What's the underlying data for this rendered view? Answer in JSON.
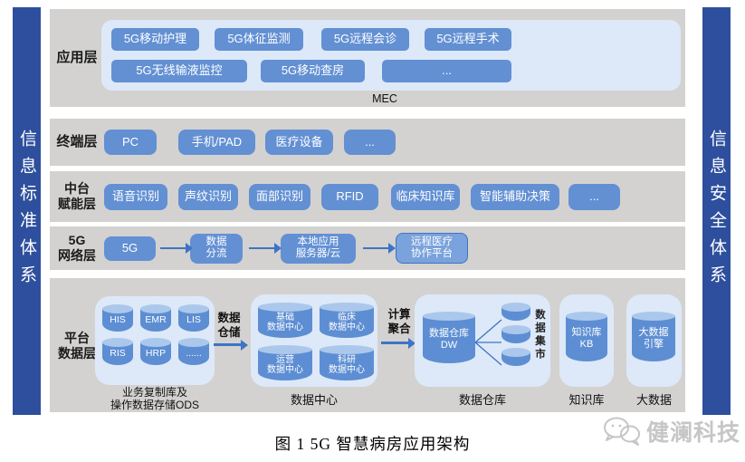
{
  "colors": {
    "sidebar_navy": "#2d4f9d",
    "layer_gray": "#d3d2d0",
    "panel_light_blue": "#dde9f8",
    "button_blue": "#6390d3",
    "cylinder_body": "#5d8ed3",
    "cylinder_top": "#abc8ec",
    "arrow_blue": "#3e74c4",
    "watermark_gray": "#c6c6c6"
  },
  "side_bars": {
    "left": "信息标准体系",
    "right": "信息安全体系"
  },
  "rows": {
    "app": {
      "label": "应用层",
      "mec": "MEC",
      "row1": [
        "5G移动护理",
        "5G体征监测",
        "5G远程会诊",
        "5G远程手术"
      ],
      "row2": [
        "5G无线输液监控",
        "5G移动查房",
        "..."
      ]
    },
    "terminal": {
      "label": "终端层",
      "items": [
        "PC",
        "手机/PAD",
        "医疗设备",
        "..."
      ]
    },
    "mid": {
      "label": "中台\n赋能层",
      "items": [
        "语音识别",
        "声纹识别",
        "面部识别",
        "RFID",
        "临床知识库",
        "智能辅助决策",
        "..."
      ]
    },
    "net": {
      "label": "5G\n网络层",
      "nodes": [
        "5G",
        "数据\n分流",
        "本地应用\n服务器/云",
        "远程医疗\n协作平台"
      ]
    },
    "data": {
      "label": "平台\n数据层",
      "ods": {
        "cylinders": [
          "HIS",
          "EMR",
          "LIS",
          "RIS",
          "HRP",
          "......"
        ],
        "caption": "业务复制库及\n操作数据存储ODS"
      },
      "flow1": "数据\n仓储",
      "dc": {
        "cylinders": [
          "基础\n数据中心",
          "临床\n数据中心",
          "运营\n数据中心",
          "科研\n数据中心"
        ],
        "caption": "数据中心"
      },
      "flow2": "计算\n聚合",
      "dw": {
        "cylinder": "数据仓库\nDW",
        "mart": "数据集市",
        "caption": "数据仓库"
      },
      "kb": {
        "cylinder": "知识库\nKB",
        "caption": "知识库"
      },
      "bigdata": {
        "cylinder": "大数据\n引擎",
        "caption": "大数据"
      }
    }
  },
  "figure_caption": "图 1  5G 智慧病房应用架构",
  "watermark": "健澜科技"
}
